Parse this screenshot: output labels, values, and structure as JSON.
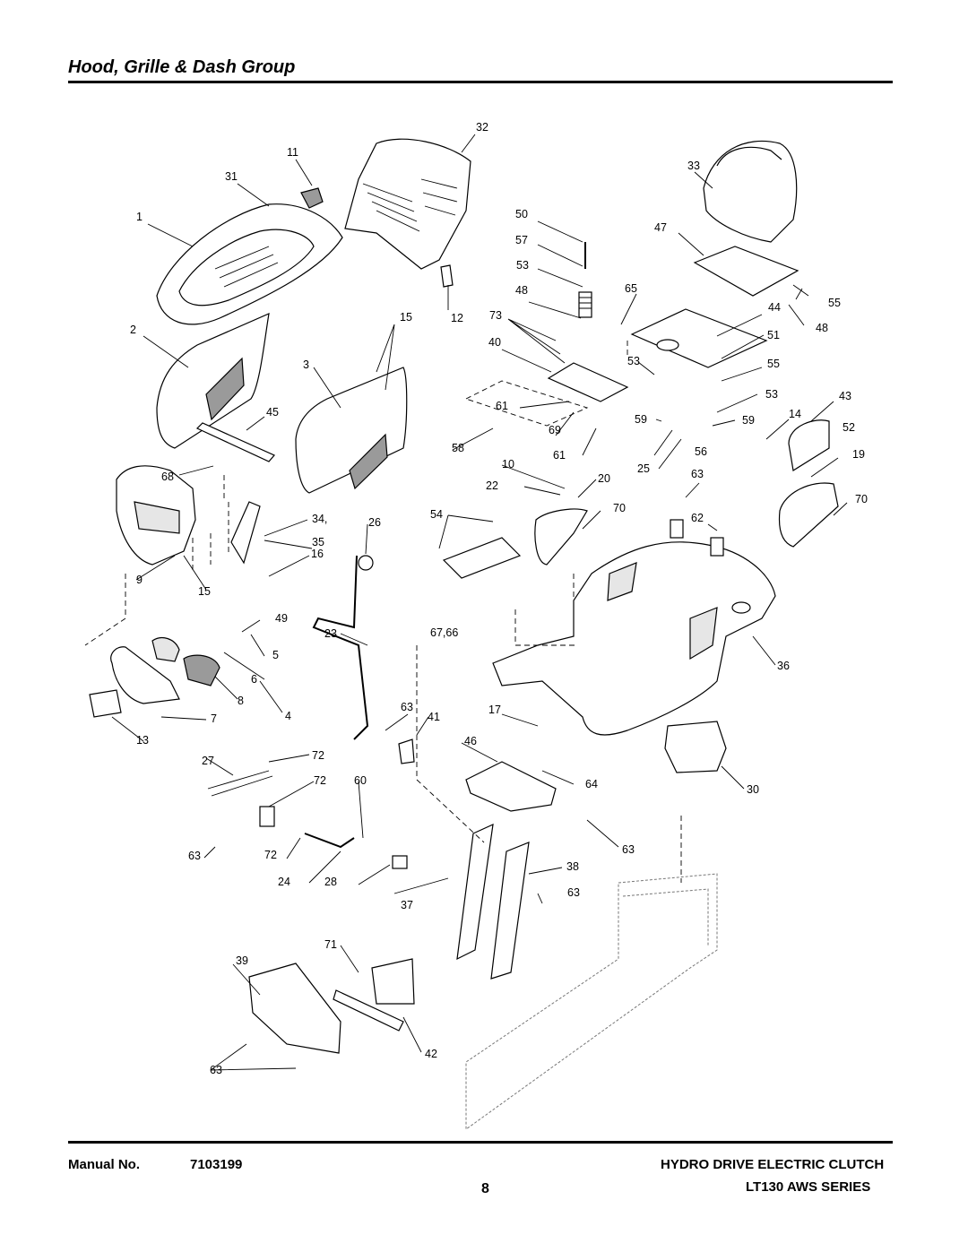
{
  "page": {
    "title": "Hood, Grille & Dash Group",
    "footer": {
      "manual_label": "Manual No.",
      "manual_number": "7103199",
      "page_number": "8",
      "series_line1": "HYDRO DRIVE ELECTRIC CLUTCH",
      "series_line2": "LT130 AWS SERIES"
    }
  },
  "callouts": [
    "32",
    "11",
    "31",
    "33",
    "1",
    "50",
    "47",
    "57",
    "65",
    "55",
    "53",
    "15",
    "12",
    "48",
    "73",
    "44",
    "48",
    "2",
    "40",
    "51",
    "3",
    "53",
    "55",
    "45",
    "61",
    "53",
    "43",
    "69",
    "59",
    "14",
    "59",
    "52",
    "58",
    "61",
    "56",
    "10",
    "19",
    "68",
    "20",
    "22",
    "25",
    "63",
    "70",
    "54",
    "70",
    "62",
    "34,",
    "26",
    "35",
    "9",
    "15",
    "16",
    "67,66",
    "49",
    "36",
    "23",
    "5",
    "6",
    "17",
    "63",
    "41",
    "8",
    "4",
    "7",
    "46",
    "13",
    "27",
    "72",
    "60",
    "64",
    "30",
    "72",
    "63",
    "63",
    "72",
    "24",
    "38",
    "28",
    "37",
    "63",
    "71",
    "39",
    "42",
    "63"
  ]
}
